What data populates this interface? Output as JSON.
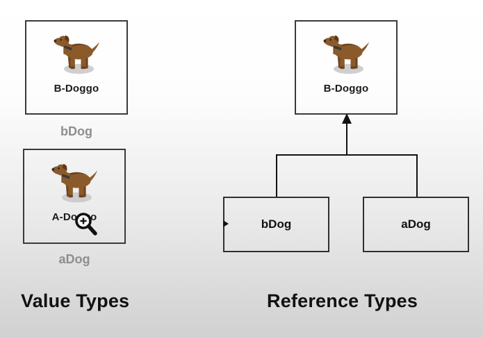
{
  "value_types": {
    "heading": "Value Types",
    "instances": [
      {
        "object_label": "B-Doggo",
        "variable_label": "bDog"
      },
      {
        "object_label": "A-Doggo",
        "variable_label": "aDog"
      }
    ]
  },
  "reference_types": {
    "heading": "Reference Types",
    "object_label": "B-Doggo",
    "variable_boxes": [
      {
        "label": "bDog"
      },
      {
        "label": "aDog"
      }
    ]
  },
  "icons": {
    "dog": "dog-illustration",
    "cursor": "zoom-in-cursor",
    "arrow": "up-arrow",
    "marker": "right-triangle-marker"
  },
  "colors": {
    "background_top": "#ffffff",
    "background_bottom": "#d1d1d1",
    "box_border": "#3a3a3a",
    "heading_text": "#111111",
    "object_label_text": "#1b1b1b",
    "variable_label_text": "#8e8e8e",
    "connector": "#111111",
    "dog_body": "#8b5a2b",
    "dog_dark": "#6d4322",
    "dog_shadow": "#c7c7c7"
  }
}
